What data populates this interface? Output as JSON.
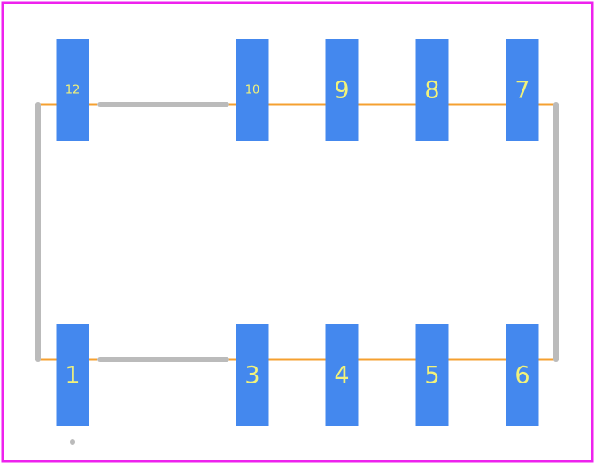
{
  "colors": {
    "board_outline": "#ee22ee",
    "pad_fill": "#4488ee",
    "pad_label": "#f2f27a",
    "silkscreen": "#bbbbbb",
    "trace": "#f5a030",
    "background": "#ffffff"
  },
  "pads": {
    "top": [
      {
        "id": "pad-12",
        "label": "12"
      },
      {
        "id": "pad-10",
        "label": "10"
      },
      {
        "id": "pad-9",
        "label": "9"
      },
      {
        "id": "pad-8",
        "label": "8"
      },
      {
        "id": "pad-7",
        "label": "7"
      }
    ],
    "bottom": [
      {
        "id": "pad-1",
        "label": "1"
      },
      {
        "id": "pad-3",
        "label": "3"
      },
      {
        "id": "pad-4",
        "label": "4"
      },
      {
        "id": "pad-5",
        "label": "5"
      },
      {
        "id": "pad-6",
        "label": "6"
      }
    ]
  }
}
